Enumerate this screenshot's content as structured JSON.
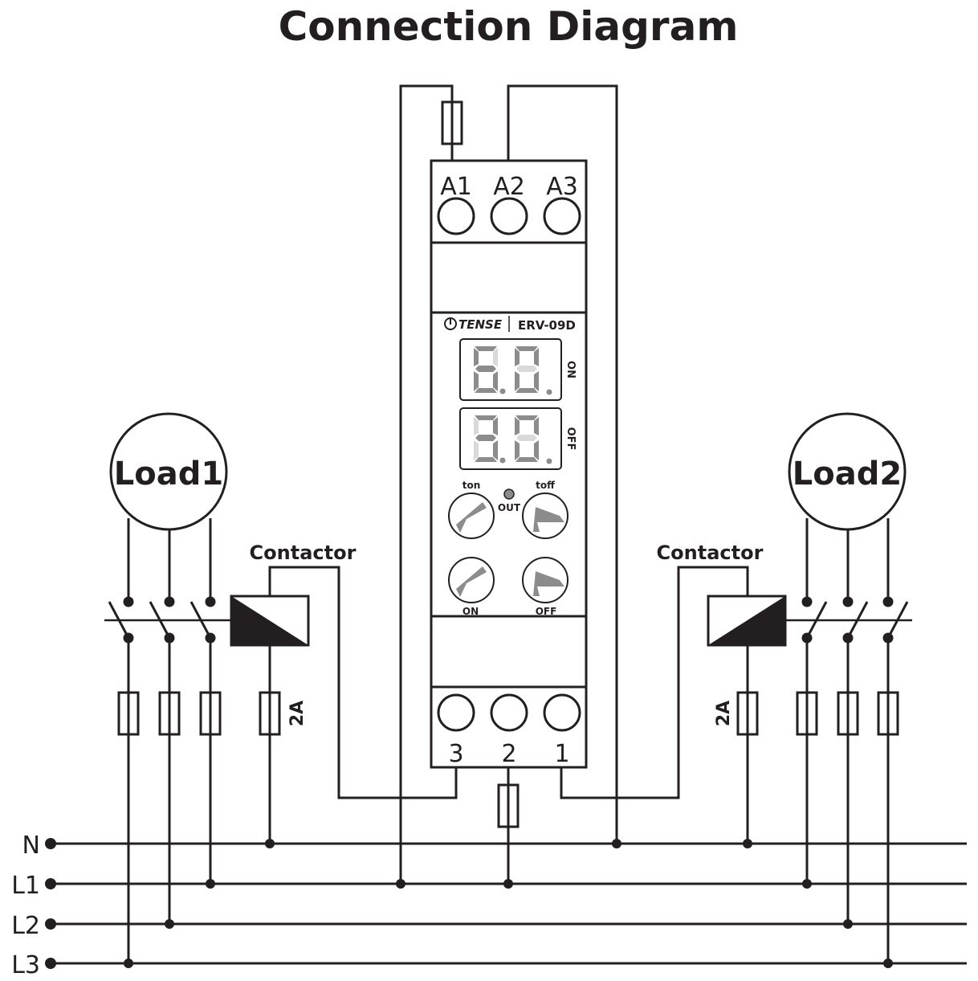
{
  "title": "Connection Diagram",
  "loads": {
    "left": "Load1",
    "right": "Load2"
  },
  "contactors": {
    "left": "Contactor",
    "right": "Contactor"
  },
  "fuse_rating": {
    "left": "2A",
    "right": "2A"
  },
  "device": {
    "brand": "TENSE",
    "model": "ERV-09D",
    "top_terminals": [
      "A1",
      "A2",
      "A3"
    ],
    "bottom_terminals": [
      "3",
      "2",
      "1"
    ],
    "display_on_label": "ON",
    "display_off_label": "OFF",
    "display_on_value": "6.0.",
    "display_off_value": "3.0.",
    "knob_ton_label": "ton",
    "knob_toff_label": "toff",
    "led_label": "OUT",
    "knob_on_label": "ON",
    "knob_off_label": "OFF"
  },
  "bus_lines": [
    "N",
    "L1",
    "L2",
    "L3"
  ],
  "colors": {
    "line": "#231f20",
    "segment_lit": "#8c8c8c",
    "segment_dim": "#d9d9d9"
  }
}
